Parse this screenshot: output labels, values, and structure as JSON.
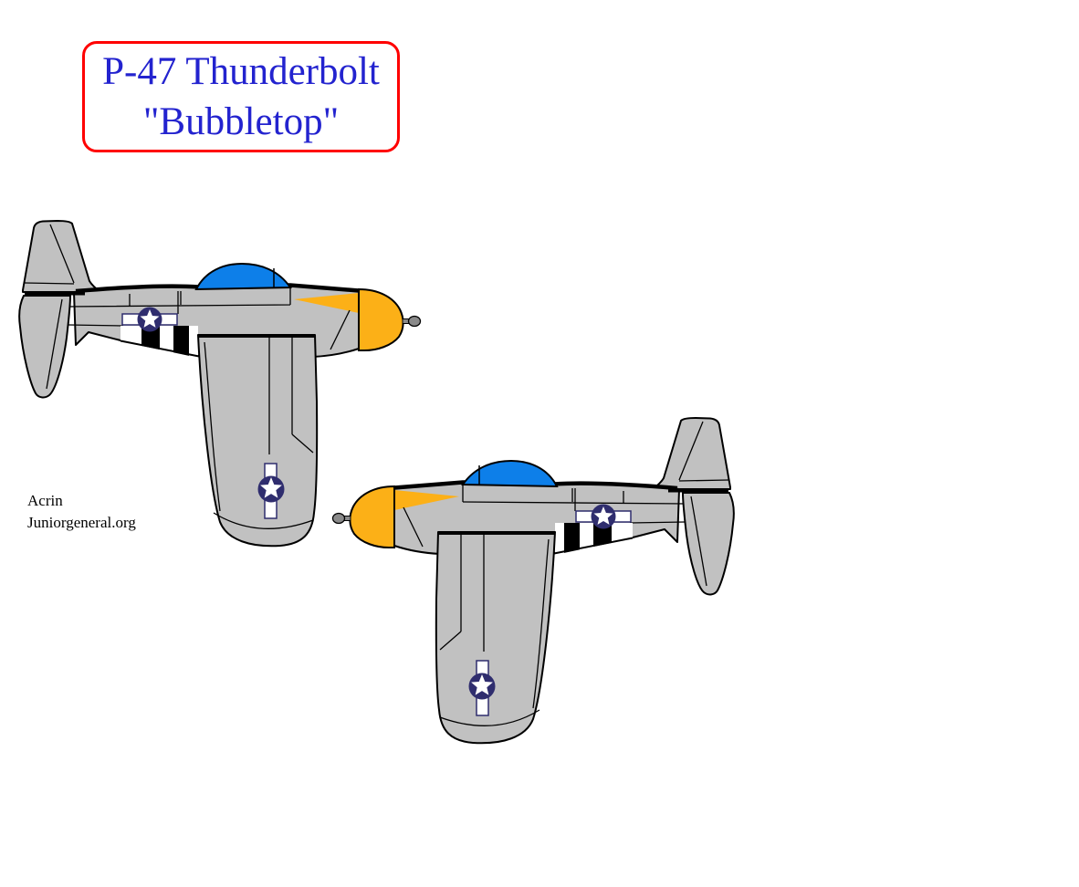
{
  "page": {
    "background": "#FFFFFF"
  },
  "title_box": {
    "line1": "P-47 Thunderbolt",
    "line2": "\"Bubbletop\""
  },
  "credit": {
    "author": "Acrin",
    "site": "Juniorgeneral.org"
  },
  "aircraft": {
    "label": "P-47 Thunderbolt \"Bubbletop\" side-profile paper miniature",
    "instances": [
      {
        "id": "aircraft-1",
        "facing": "right"
      },
      {
        "id": "aircraft-2",
        "facing": "left"
      }
    ],
    "markings": [
      "US star-and-bar roundel on fuselage",
      "US star-and-bar roundel on wing",
      "black-and-white invasion stripes",
      "orange cowl flash"
    ]
  },
  "palette": {
    "title-blue": "#2323CF",
    "box-border-red": "#FF0000",
    "credit-text": "#000000",
    "page-bg": "#FFFFFF",
    "body-gray": "#C1C1C1",
    "outline": "#000000",
    "canopy-blue": "#0D7FE9",
    "cowl-orange": "#FCB017",
    "insignia-navy": "#2F2D6E",
    "white": "#FFFFFF",
    "spinner-gray": "#8A8A8A"
  }
}
